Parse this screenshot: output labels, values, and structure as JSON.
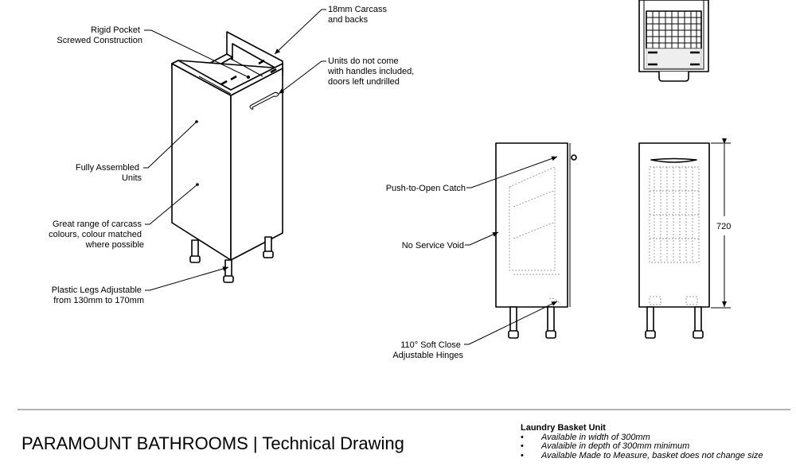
{
  "iso_labels": {
    "rigid_pocket": [
      "Rigid Pocket",
      "Screwed Construction"
    ],
    "carcass": [
      "18mm Carcass",
      "and backs"
    ],
    "handles": [
      "Units do not come",
      "with handles included,",
      "doors left undrilled"
    ],
    "assembled": [
      "Fully Assembled",
      "Units"
    ],
    "colours": [
      "Great range of carcass",
      "colours, colour matched",
      "where possible"
    ],
    "legs": [
      "Plastic Legs Adjustable",
      "from 130mm to 170mm"
    ]
  },
  "side_labels": {
    "catch": "Push-to-Open Catch",
    "void": "No Service Void",
    "hinges": [
      "110° Soft Close",
      "Adjustable Hinges"
    ]
  },
  "dimension": "720",
  "footer": {
    "title": "PARAMOUNT BATHROOMS | Technical Drawing",
    "product_heading": "Laundry Basket Unit",
    "bullets": [
      "Available in width of 300mm",
      "Avalaible in depth of 300mm minimum",
      "Available Made to Measure, basket does not change size"
    ]
  }
}
